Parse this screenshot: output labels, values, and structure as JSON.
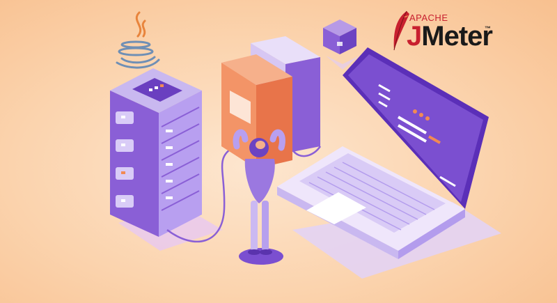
{
  "logo": {
    "apache": "APACHE",
    "brand_j": "J",
    "brand_rest": "Meter",
    "trademark": "™"
  },
  "icons": [
    "java-logo-icon",
    "jmeter-feather-icon",
    "server-rack",
    "books",
    "laptop",
    "person",
    "cube"
  ],
  "colors": {
    "background": "#fbd3ad",
    "purple": "#7b4fd0",
    "lavender": "#c8b6f0",
    "orange": "#f28a54",
    "brand_red": "#c8202f"
  }
}
